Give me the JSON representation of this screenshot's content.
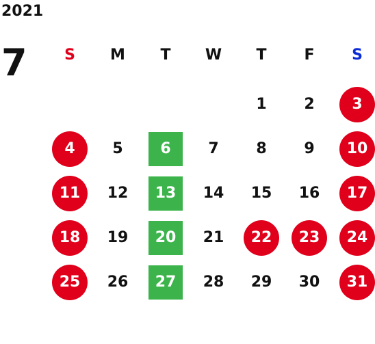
{
  "year": "2021",
  "month": "7",
  "colors": {
    "holiday": "#e0001b",
    "highlight": "#3cb44b",
    "text": "#111111",
    "sunday": "#e0001b",
    "saturday": "#0b2bd6"
  },
  "weekdays": [
    {
      "label": "S",
      "color": "#e0001b"
    },
    {
      "label": "M",
      "color": "#111111"
    },
    {
      "label": "T",
      "color": "#111111"
    },
    {
      "label": "W",
      "color": "#111111"
    },
    {
      "label": "T",
      "color": "#111111"
    },
    {
      "label": "F",
      "color": "#111111"
    },
    {
      "label": "S",
      "color": "#0b2bd6"
    }
  ],
  "weeks": [
    [
      null,
      null,
      null,
      null,
      {
        "day": "1"
      },
      {
        "day": "2"
      },
      {
        "day": "3",
        "style": "circle"
      }
    ],
    [
      {
        "day": "4",
        "style": "circle"
      },
      {
        "day": "5"
      },
      {
        "day": "6",
        "style": "square"
      },
      {
        "day": "7"
      },
      {
        "day": "8"
      },
      {
        "day": "9"
      },
      {
        "day": "10",
        "style": "circle"
      }
    ],
    [
      {
        "day": "11",
        "style": "circle"
      },
      {
        "day": "12"
      },
      {
        "day": "13",
        "style": "square"
      },
      {
        "day": "14"
      },
      {
        "day": "15"
      },
      {
        "day": "16"
      },
      {
        "day": "17",
        "style": "circle"
      }
    ],
    [
      {
        "day": "18",
        "style": "circle"
      },
      {
        "day": "19"
      },
      {
        "day": "20",
        "style": "square"
      },
      {
        "day": "21"
      },
      {
        "day": "22",
        "style": "circle"
      },
      {
        "day": "23",
        "style": "circle"
      },
      {
        "day": "24",
        "style": "circle"
      }
    ],
    [
      {
        "day": "25",
        "style": "circle"
      },
      {
        "day": "26"
      },
      {
        "day": "27",
        "style": "square"
      },
      {
        "day": "28"
      },
      {
        "day": "29"
      },
      {
        "day": "30"
      },
      {
        "day": "31",
        "style": "circle"
      }
    ]
  ]
}
